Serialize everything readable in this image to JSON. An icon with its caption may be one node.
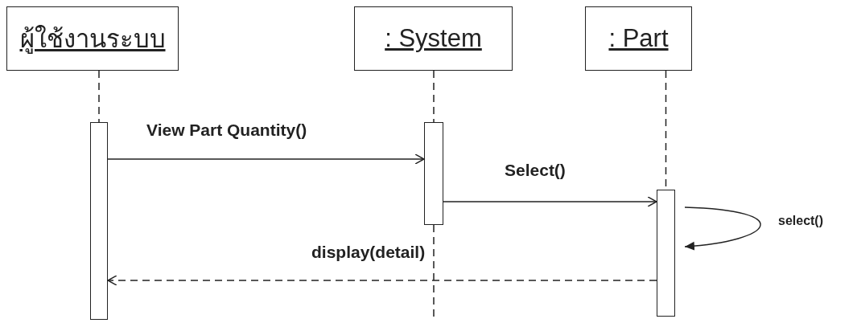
{
  "diagram": {
    "nodes": [
      {
        "text": [
          "ผู้ใช้งานระบบ"
        ]
      },
      {
        "text": [
          ": System"
        ]
      },
      {
        "text": [
          ": Part"
        ]
      },
      {
        "text": [],
        "shape": "bar"
      },
      {
        "text": [],
        "shape": "bar"
      },
      {
        "text": [],
        "shape": "bar"
      }
    ],
    "edges": [
      {
        "from": 0,
        "to": 3,
        "arrow": "none",
        "style": "dashed"
      },
      {
        "from": 1,
        "to": 4,
        "arrow": "none",
        "style": "dashed"
      },
      {
        "from": 2,
        "to": 5,
        "arrow": "none",
        "style": "dashed"
      },
      {
        "from": 3,
        "to": 4,
        "arrow": "to",
        "label": "View Part Quantity()"
      },
      {
        "from": 4,
        "to": 5,
        "arrow": "to",
        "label": "Select()"
      },
      {
        "from": 5,
        "to": 5,
        "arrow": "to",
        "label": "select()"
      },
      {
        "from": 5,
        "to": 3,
        "arrow": "to",
        "label": "display(detail)",
        "style": "dashed"
      }
    ]
  }
}
